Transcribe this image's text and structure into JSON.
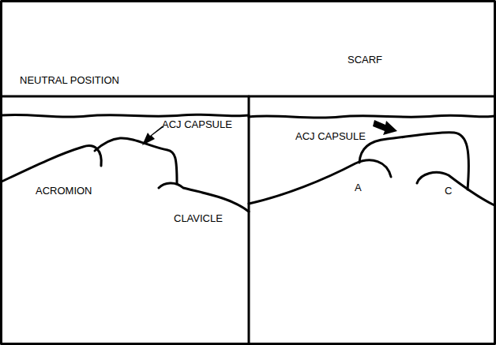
{
  "diagram": {
    "labels": [
      "NEUTRAL POSITION",
      "SCARF",
      "ACJ CAPSULE",
      "ACROMION",
      "CLAVICLE",
      "ACJ CAPSULE",
      "A",
      "C"
    ]
  }
}
